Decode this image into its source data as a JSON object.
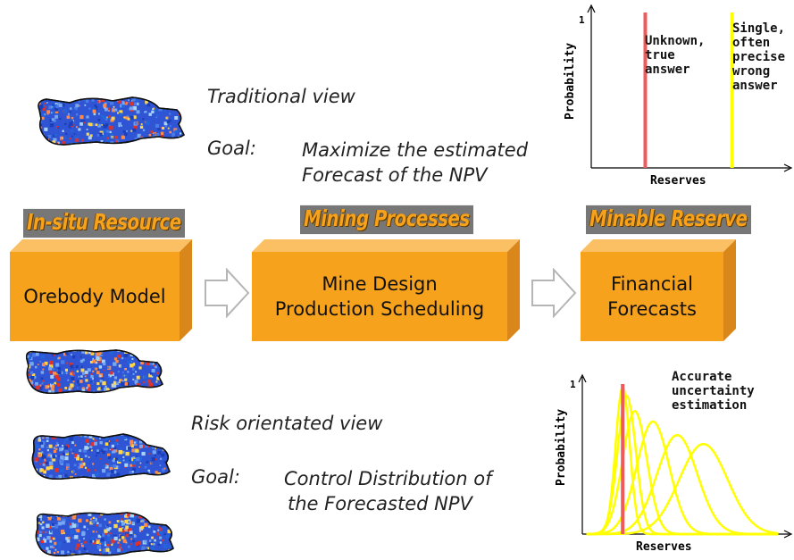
{
  "traditional": {
    "title": "Traditional view",
    "goal_label": "Goal:",
    "goal_line1": "Maximize the estimated",
    "goal_line2": "Forecast of the NPV"
  },
  "risk": {
    "title": "Risk orientated view",
    "goal_label": "Goal:",
    "goal_line1": "Control Distribution of",
    "goal_line2": "the Forecasted NPV"
  },
  "stages": [
    {
      "header": "In-situ Resource",
      "box_line1": "Orebody Model",
      "box_line2": ""
    },
    {
      "header": "Mining Processes",
      "box_line1": "Mine Design",
      "box_line2": "Production Scheduling"
    },
    {
      "header": "Minable Reserve",
      "box_line1": "Financial",
      "box_line2": "Forecasts"
    }
  ],
  "colors": {
    "box_front": "#f7a21c",
    "box_top": "#fbc063",
    "box_side": "#d9861a",
    "header_text": "#f7a21c",
    "header_bg": "#777777",
    "true_line": "#f05a5a",
    "estimate_line": "#ffff00",
    "orebody_base": "#2f55d4",
    "orebody_hot": "#e0322a"
  },
  "chart_data": [
    {
      "type": "line",
      "title": "",
      "xlabel": "Reserves",
      "ylabel": "Probability",
      "y_tick": "1",
      "vertical_lines": [
        {
          "name": "Unknown, true answer",
          "color": "#f05a5a",
          "x": 0.28
        },
        {
          "name": "Single, often precise wrong answer",
          "color": "#ffff00",
          "x": 0.73
        }
      ],
      "annotations": [
        {
          "text": "Unknown,\ntrue\nanswer"
        },
        {
          "text": "Single,\noften\nprecise\nwrong\nanswer"
        }
      ]
    },
    {
      "type": "line",
      "title": "",
      "xlabel": "Reserves",
      "ylabel": "Probability",
      "y_tick": "1",
      "vertical_lines": [
        {
          "color": "#f05a5a",
          "x": 0.2
        }
      ],
      "curves": [
        {
          "mean": 0.2,
          "sd": 0.035,
          "peak": 0.98
        },
        {
          "mean": 0.22,
          "sd": 0.045,
          "peak": 0.92
        },
        {
          "mean": 0.26,
          "sd": 0.06,
          "peak": 0.82
        },
        {
          "mean": 0.35,
          "sd": 0.08,
          "peak": 0.75
        },
        {
          "mean": 0.47,
          "sd": 0.1,
          "peak": 0.66
        },
        {
          "mean": 0.6,
          "sd": 0.12,
          "peak": 0.6
        }
      ],
      "annotations": [
        {
          "text": "Accurate\nuncertainty\nestimation"
        }
      ]
    }
  ]
}
